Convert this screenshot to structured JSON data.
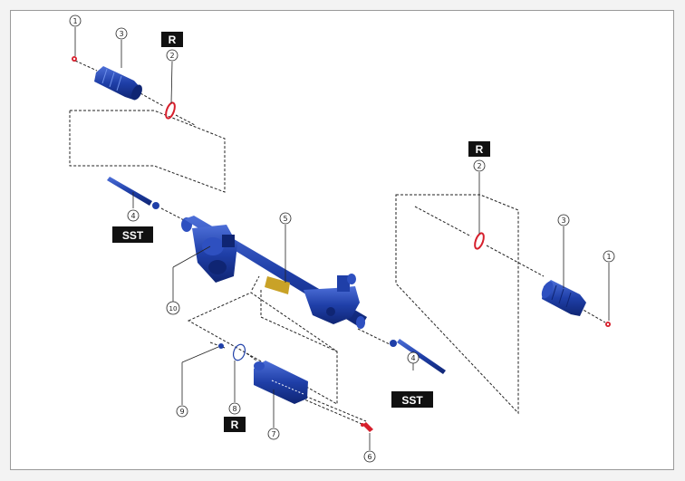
{
  "diagram": {
    "callouts": {
      "c1_left": "1",
      "c3_left": "3",
      "c2_left": "2",
      "c2_right": "2",
      "c3_right": "3",
      "c1_right": "1",
      "c4_left": "4",
      "c5": "5",
      "c10": "10",
      "c9": "9",
      "c8": "8",
      "c7": "7",
      "c6": "6",
      "c4_right": "4"
    },
    "badges": {
      "r_top_left": "R",
      "r_right": "R",
      "r_bottom": "R",
      "sst_left": "SST",
      "sst_right": "SST"
    },
    "colors": {
      "part_blue": "#1f3fa8",
      "seal_red": "#d61f2c",
      "badge_bg": "#111111"
    }
  }
}
